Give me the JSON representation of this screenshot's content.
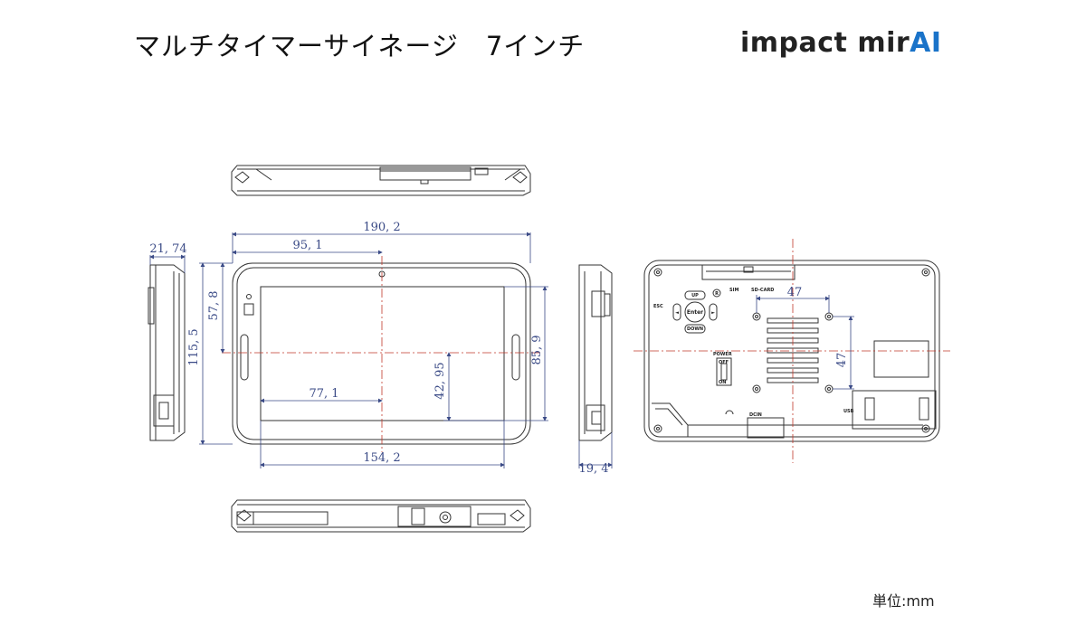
{
  "title": "マルチタイマーサイネージ　7インチ",
  "logo": {
    "text_main": "impact mir",
    "text_accent": "AI"
  },
  "unit_label": "単位:mm",
  "dimensions": {
    "total_width": "190, 2",
    "half_width": "95, 1",
    "depth_left": "21, 74",
    "height": "115, 5",
    "upper_height": "57, 8",
    "screen_width": "154, 2",
    "screen_half_width": "77, 1",
    "screen_half_height": "42, 95",
    "screen_height": "85, 9",
    "depth_right": "19, 4",
    "mount_horizontal": "47",
    "mount_vertical": "47"
  },
  "back_labels": {
    "up": "UP",
    "enter": "Enter",
    "down": "DOWN",
    "r": "R",
    "sim": "SIM",
    "sd_card": "SD-CARD",
    "power": "POWER",
    "off": "OFF",
    "on": "ON",
    "usb": "USB",
    "dcin": "DCIN",
    "esc": "ESC",
    "left": "◄",
    "right": "►"
  },
  "colors": {
    "line": "#333333",
    "dim": "#3a4a86",
    "center": "#c0392b",
    "accent": "#1a73c9"
  }
}
